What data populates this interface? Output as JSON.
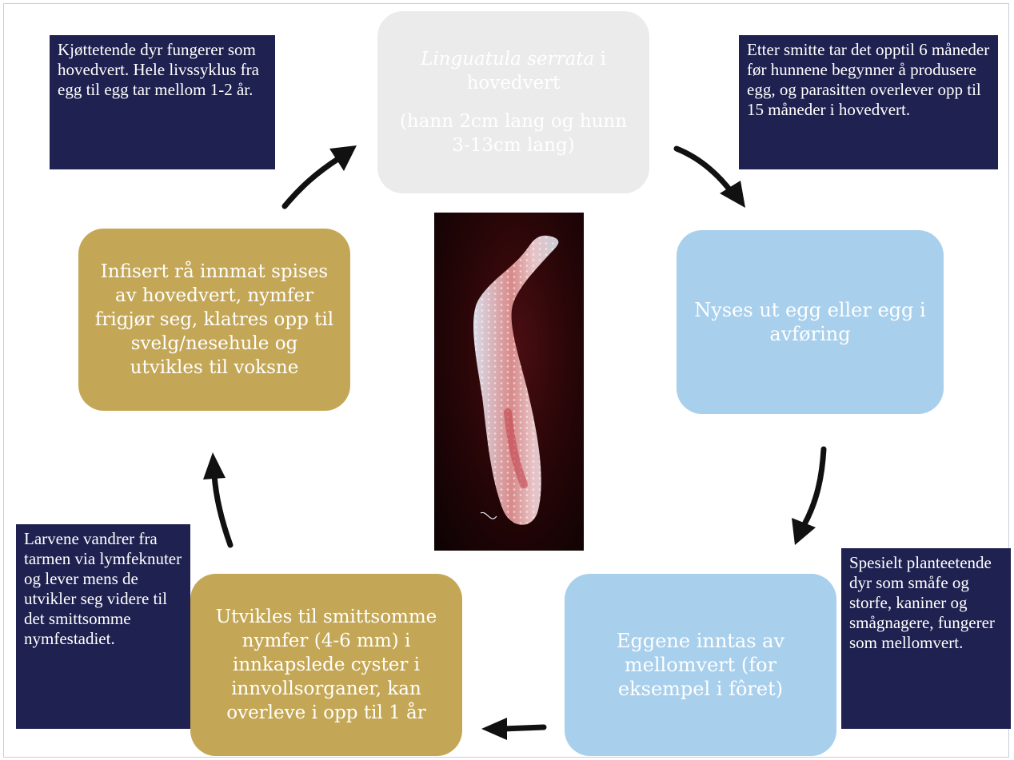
{
  "notes": {
    "top_left": "Kjøttetende dyr fungerer som hovedvert. Hele livssyklus fra egg til egg tar mellom 1-2 år.",
    "top_right": "Etter smitte tar det opptil 6 måneder før hunnene begynner å produsere egg, og parasitten overlever opp til 15 måneder i hovedvert.",
    "bottom_left": "Larvene vandrer fra tarmen via lymfeknuter og lever mens de utvikler seg videre til det smittsomme nymfestadiet.",
    "bottom_right": "Spesielt planteetende dyr som småfe og storfe, kaniner og smågnagere, fungerer som mellomvert."
  },
  "stages": {
    "host": {
      "species": "Linguatula serrata",
      "rest": " i hovedvert",
      "sizes": "(hann 2cm lang og hunn 3-13cm lang)"
    },
    "eggs_out": "Nyses ut egg eller egg i avføring",
    "intermediate": "Eggene inntas av mellomvert (for eksempel i fôret)",
    "nymphs": "Utvikles til smittsomme nymfer (4-6 mm) i innkapslede cyster i innvollsorganer, kan overleve i opp til 1 år",
    "ingestion": "Infisert rå innmat spises av hovedvert, nymfer frigjør seg, klatres opp til svelg/nesehule og utvikles til voksne"
  },
  "colors": {
    "note_bg": "#1f2150",
    "gold": "#c4a756",
    "blue": "#a8cfec",
    "host_box": "#ebebeb"
  }
}
